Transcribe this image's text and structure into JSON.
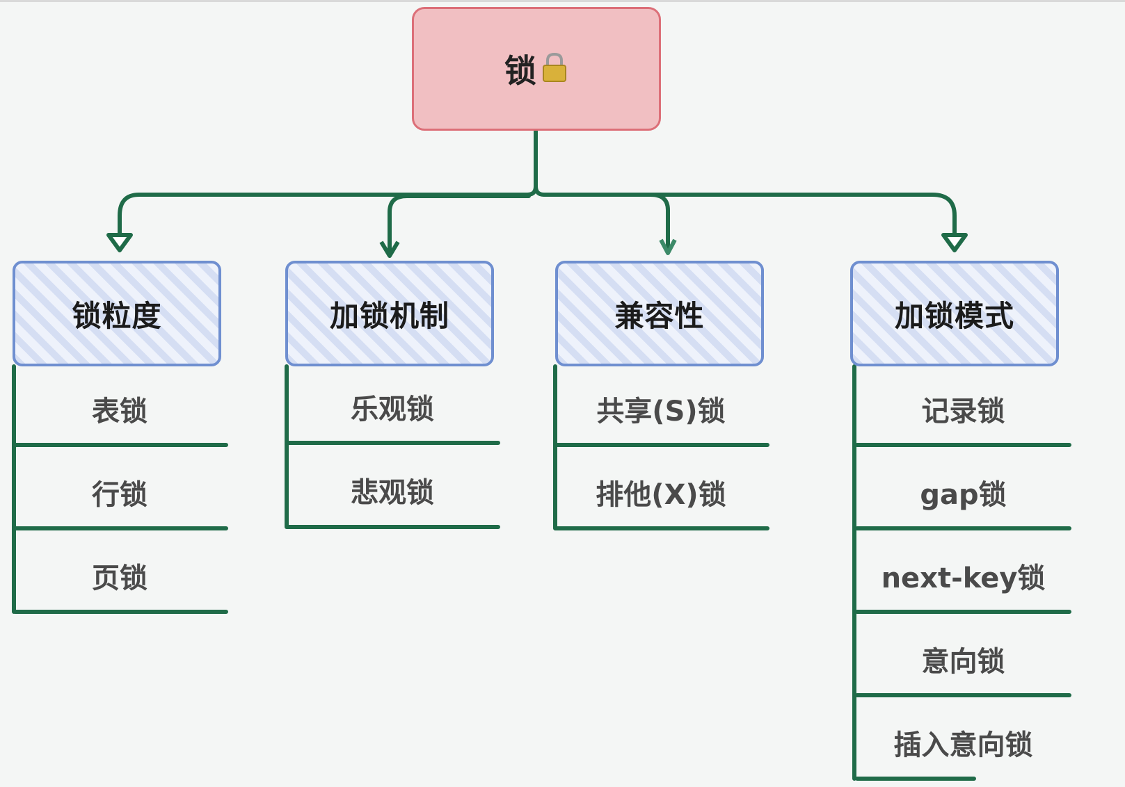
{
  "root": {
    "label": "锁",
    "icon": "padlock-icon"
  },
  "categories": [
    {
      "label": "锁粒度",
      "items": [
        "表锁",
        "行锁",
        "页锁"
      ]
    },
    {
      "label": "加锁机制",
      "items": [
        "乐观锁",
        "悲观锁"
      ]
    },
    {
      "label": "兼容性",
      "items": [
        "共享(S)锁",
        "排他(X)锁"
      ]
    },
    {
      "label": "加锁模式",
      "items": [
        "记录锁",
        "gap锁",
        "next-key锁",
        "意向锁",
        "插入意向锁"
      ]
    }
  ],
  "colors": {
    "connector": "#1f6b48",
    "root_fill": "#f1bfc2",
    "root_border": "#dc6f78",
    "category_border": "#6f8fd0",
    "category_stripe": "#d5def3"
  }
}
